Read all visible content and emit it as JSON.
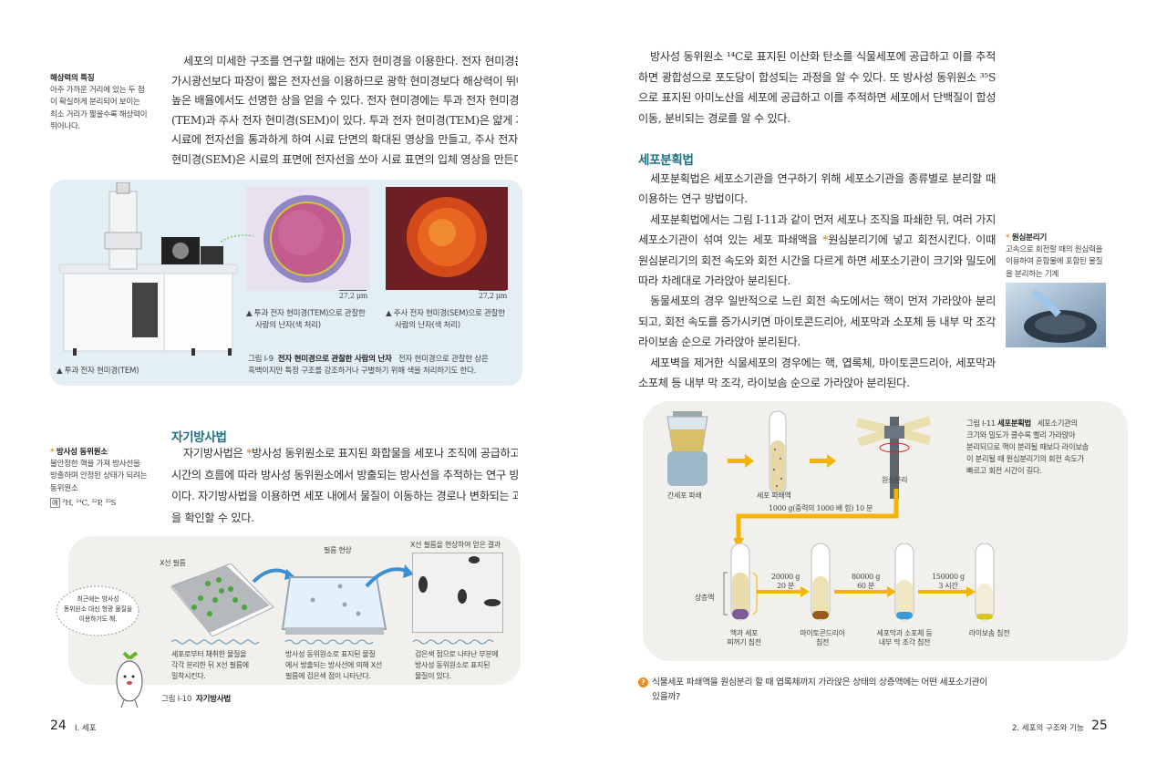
{
  "left_page": {
    "sidenote_resolution": {
      "title": "해상력의 특징",
      "lines": [
        "아주 가까운 거리에 있는 두 점",
        "이 확실하게 분리되어 보이는",
        "최소 거리가 짧을수록 해상력이",
        "뛰어나다."
      ]
    },
    "intro_lines": [
      "세포의 미세한 구조를 연구할 때에는 전자 현미경을 이용한다. 전자 현미경은",
      "가시광선보다 파장이 짧은 전자선을 이용하므로 광학 현미경보다 해상력이 뛰어나",
      "높은 배율에서도 선명한 상을 얻을 수 있다. 전자 현미경에는 투과 전자 현미경",
      "(TEM)과 주사 전자 현미경(SEM)이 있다. 투과 전자 현미경(TEM)은 얇게 자른",
      "시료에 전자선을 통과하게 하여 시료 단면의 확대된 영상을 만들고, 주사 전자",
      "현미경(SEM)은 시료의 표면에 전자선을 쏘아 시료 표면의 입체 영상을 만든다."
    ],
    "fig9": {
      "tem_scale": "27,2 μm",
      "sem_scale": "27,2 μm",
      "tem_caption": [
        "▲ 투과 전자 현미경(TEM)으로 관찰한",
        "사람의 난자(색 처리)"
      ],
      "sem_caption": [
        "▲ 주사 전자 현미경(SEM)으로 관찰한",
        "사람의 난자(색 처리)"
      ],
      "microscope_caption": "▲ 투과 전자 현미경(TEM)",
      "label": "그림 I-9",
      "title": "전자 현미경으로 관찰한 사람의 난자",
      "desc_lines": [
        "전자 현미경으로 관찰한 상은",
        "흑백이지만 특정 구조를 강조하거나 구별하기 위해 색을 처리하기도 한다."
      ]
    },
    "autoradiography": {
      "heading": "자기방사법",
      "sidenote": {
        "star": "*",
        "title": "방사성 동위원소",
        "lines": [
          "불안정한 핵을 가져 방사선을",
          "방출하며 안정된 상태가 되려는",
          "동위원소"
        ],
        "example_badge": "예",
        "example": "³H, ¹⁴C, ³²P, ³⁵S"
      },
      "line1": {
        "a": "자기방사법은 ",
        "star": "*",
        "b": "방사성 동위원소로 표지된 화합물을 세포나 조직에 공급하고"
      },
      "lines": [
        "시간의 흐름에 따라 방사성 동위원소에서 방출되는 방사선을 추적하는 연구 방법",
        "이다. 자기방사법을 이용하면 세포 내에서 물질이 이동하는 경로나 변화되는 과정",
        "을 확인할 수 있다."
      ]
    },
    "fig10": {
      "speech": [
        "최근에는 방사성",
        "동위원소 대신 형광 물질을",
        "이용하기도 해."
      ],
      "film_label": "X선 필름",
      "develop_label": "필름 현상",
      "result_label": "X선 필름을 현상하여 얻은 결과",
      "steps": [
        [
          "세포로부터 채취한 물질을",
          "각각 분리한 뒤 X선 필름에",
          "밀착시킨다."
        ],
        [
          "방사성 동위원소로 표지된 물질",
          "에서 방출되는 방사선에 의해 X선",
          "필름에 검은색 점이 나타난다."
        ],
        [
          "검은색 점으로 나타난 부분에",
          "방사성 동위원소로 표지된",
          "물질이 있다."
        ]
      ],
      "label": "그림 I-10",
      "title": "자기방사법"
    },
    "footer": {
      "page": "24",
      "section": "I. 세포"
    }
  },
  "right_page": {
    "intro_lines": [
      "방사성 동위원소 ¹⁴C로 표지된 이산화 탄소를 식물세포에 공급하고 이를 추적",
      "하면 광합성으로 포도당이 합성되는 과정을 알 수 있다. 또 방사성 동위원소 ³⁵S",
      "으로 표지된 아미노산을 세포에 공급하고 이를 추적하면 세포에서 단백질이 합성,",
      "이동, 분비되는 경로를 알 수 있다."
    ],
    "heading": "세포분획법",
    "lines_a": [
      "세포분획법은 세포소기관을 연구하기 위해 세포소기관을 종류별로 분리할 때",
      "이용하는 연구 방법이다.",
      "세포분획법에서는 그림 I-11과 같이 먼저 세포나 조직을 파쇄한 뒤, 여러 가지"
    ],
    "star_line": {
      "a": "세포소기관이 섞여 있는 세포 파쇄액을 ",
      "star": "*",
      "b": "원심분리기에 넣고 회전시킨다. 이때"
    },
    "lines_b": [
      "원심분리기의 회전 속도와 회전 시간을 다르게 하면 세포소기관이 크기와 밀도에",
      "따라 차례대로 가라앉아 분리된다.",
      "동물세포의 경우 일반적으로 느린 회전 속도에서는 핵이 먼저 가라앉아 분리",
      "되고, 회전 속도를 증가시키면 마이토콘드리아, 세포막과 소포체 등 내부 막 조각,",
      "라이보솜 순으로 가라앉아 분리된다.",
      "세포벽을 제거한 식물세포의 경우에는 핵, 엽록체, 마이토콘드리아, 세포막과",
      "소포체 등 내부 막 조각, 라이보솜 순으로 가라앉아 분리된다."
    ],
    "sidenote": {
      "star": "*",
      "title": "원심분리기",
      "lines": [
        "고속으로 회전할 때의 원심력을",
        "이용하여 혼합물에 포함된 물질",
        "을 분리하는 기계"
      ]
    },
    "fig11": {
      "blender_label": "간세포 파쇄",
      "homogenate_label": "세포 파쇄액",
      "centrifuge_label": "원심분리",
      "first_spin": "1000 g(중력의 1000 배 힘) 10 분",
      "supernatant_label": "상층액",
      "spins": [
        {
          "g": "20000 g",
          "time": "20 분"
        },
        {
          "g": "80000 g",
          "time": "60 분"
        },
        {
          "g": "150000 g",
          "time": "3 시간"
        }
      ],
      "pellets": [
        [
          "핵과 세포",
          "찌꺼기 침전"
        ],
        [
          "마이토콘드리아",
          "침전"
        ],
        [
          "세포막과 소포체 등",
          "내부 막 조각 침전"
        ],
        [
          "라이보솜 침전"
        ]
      ],
      "label": "그림 I-11",
      "title": "세포분획법",
      "desc_first": "세포소기관의",
      "desc_lines": [
        "크기와 밀도가 클수록 빨리 가라앉아",
        "분리되므로 핵이 분리될 때보다 라이보솜",
        "이 분리될 때 원심분리기의 회전 속도가",
        "빠르고 회전 시간이 길다."
      ]
    },
    "question": {
      "icon": "?",
      "lines": [
        "식물세포 파쇄액을 원심분리 할 때 엽록체까지 가라앉은 상태의 상층액에는 어떤 세포소기관이",
        "있을까?"
      ]
    },
    "footer": {
      "section": "2. 세포의 구조와 기능",
      "page": "25"
    }
  },
  "colors": {
    "heading": "#1f6f84",
    "accent_orange": "#f08a1c",
    "arrow_yellow": "#f5b400",
    "fig9_bg": "#e2f0f6",
    "fig_gray_bg": "#f2f0ed"
  }
}
